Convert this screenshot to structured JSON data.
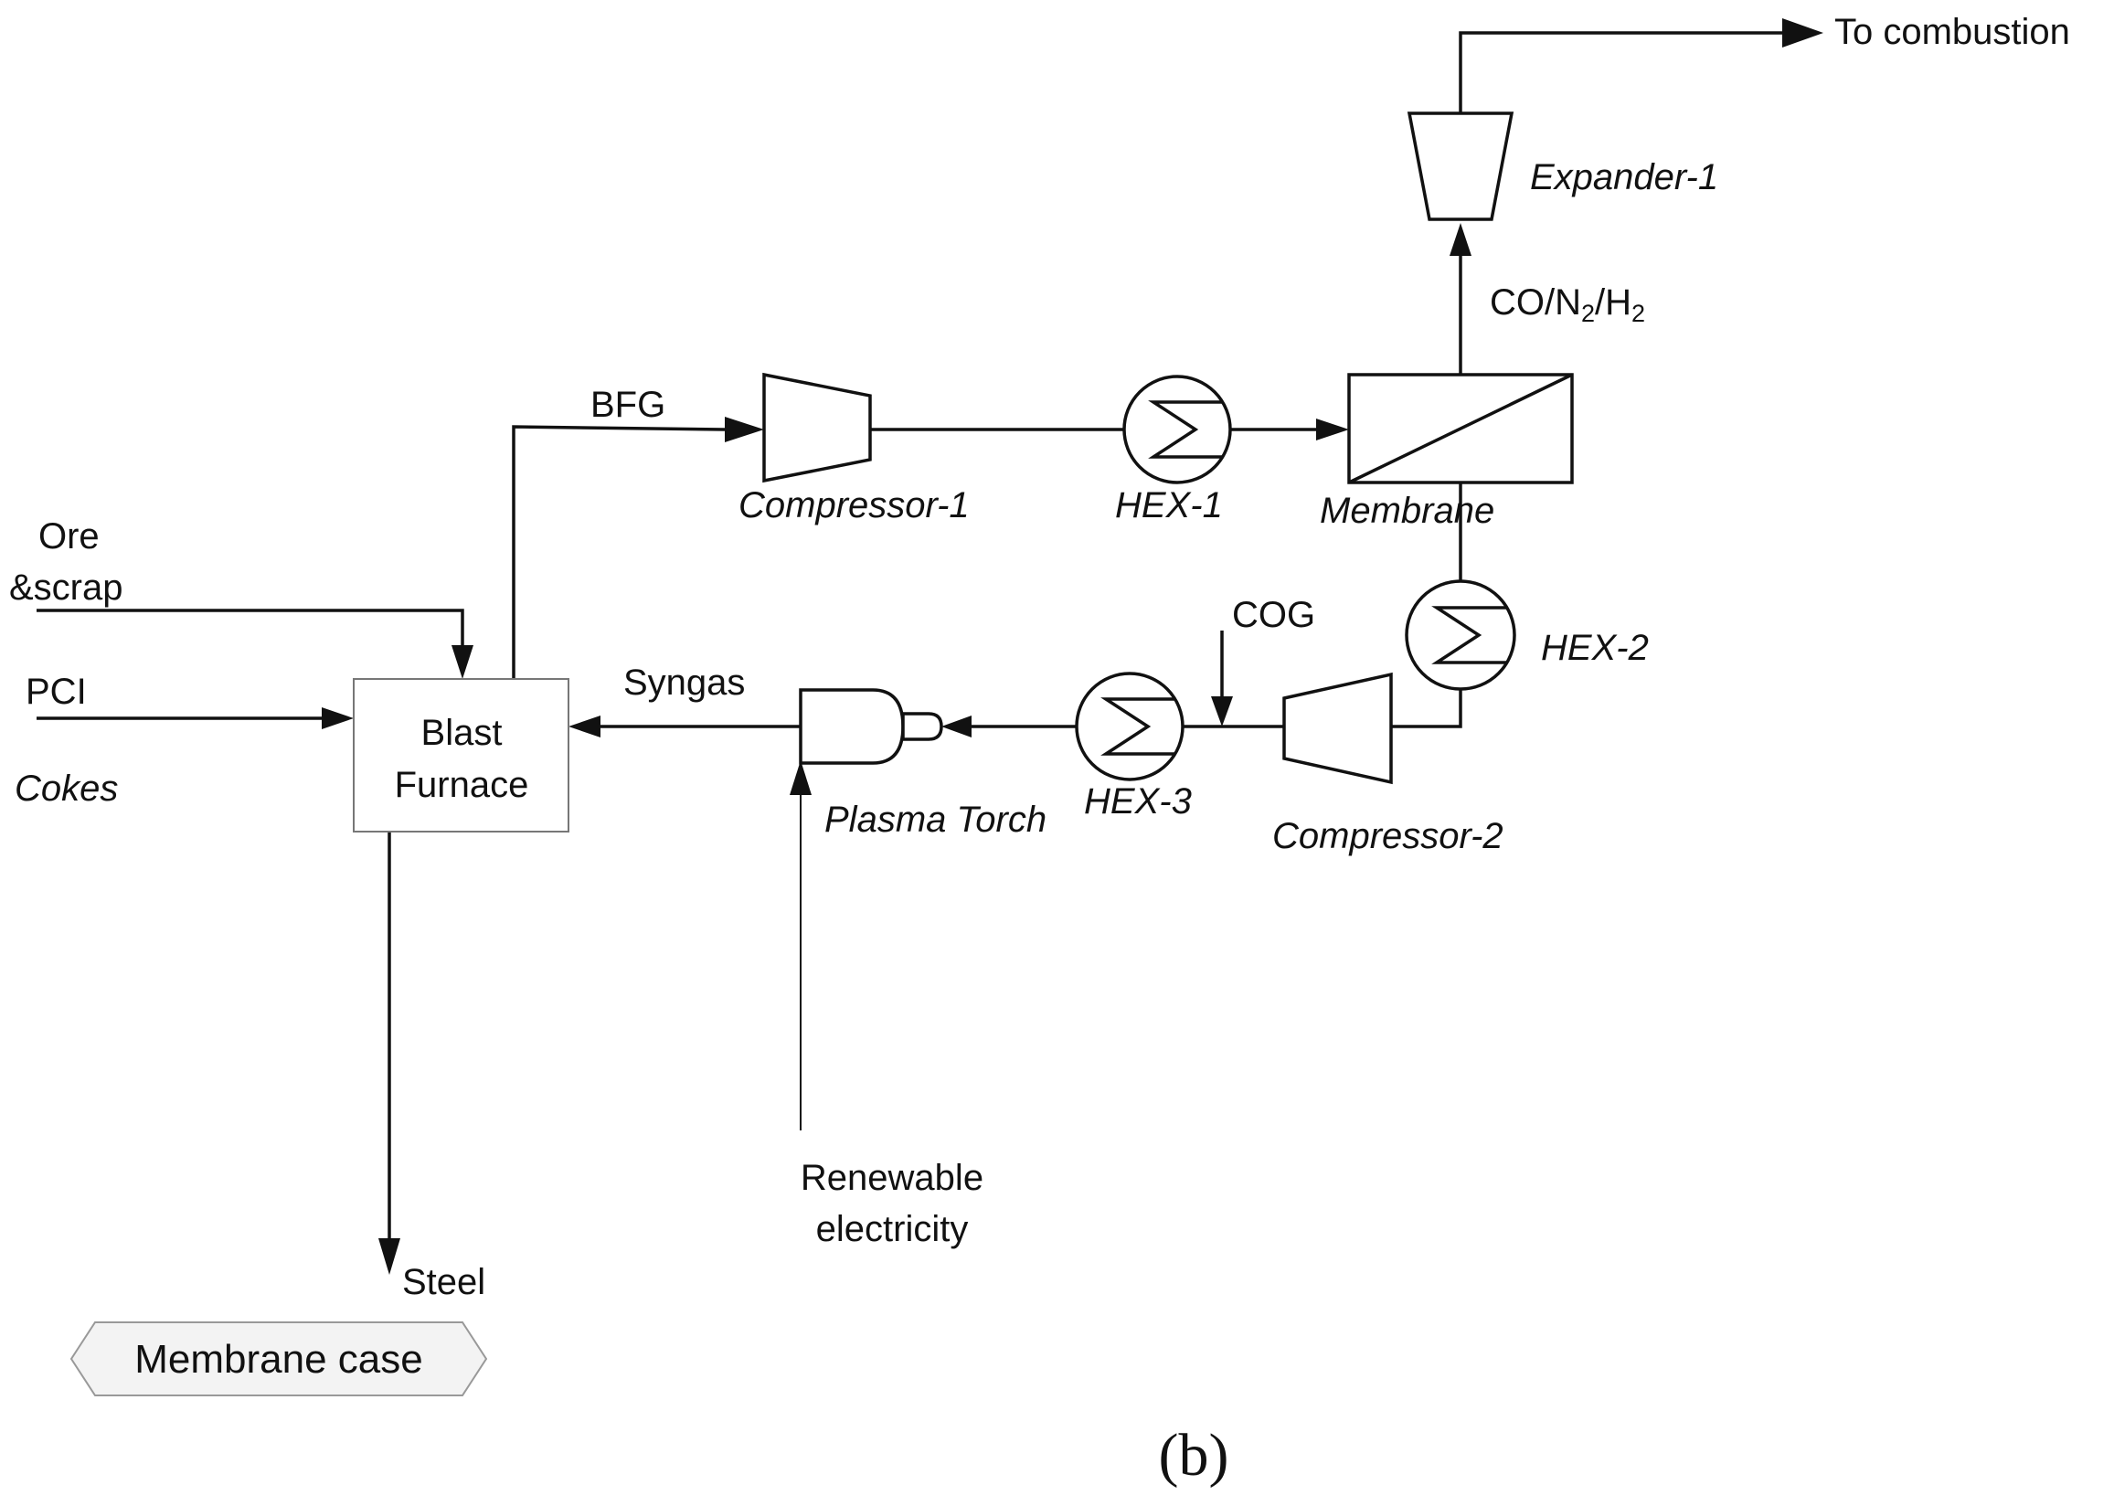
{
  "labels": {
    "to_combustion": "To combustion",
    "expander_1": "Expander-1",
    "membrane_outlet": "CO/N",
    "membrane_outlet_sub1": "2",
    "membrane_outlet_mid": "/H",
    "membrane_outlet_sub2": "2",
    "bfg": "BFG",
    "compressor_1": "Compressor-1",
    "hex_1": "HEX-1",
    "membrane": "Membrane",
    "ore_line1": "Ore",
    "ore_line2": "&scrap",
    "pci": "PCI",
    "cokes": "Cokes",
    "blast_line1": "Blast",
    "blast_line2": "Furnace",
    "syngas": "Syngas",
    "cog": "COG",
    "hex_2": "HEX-2",
    "hex_3": "HEX-3",
    "plasma_torch": "Plasma Torch",
    "compressor_2": "Compressor-2",
    "renewable_line1": "Renewable",
    "renewable_line2": "electricity",
    "steel": "Steel",
    "case_badge": "Membrane case",
    "panel_label": "(b)"
  }
}
